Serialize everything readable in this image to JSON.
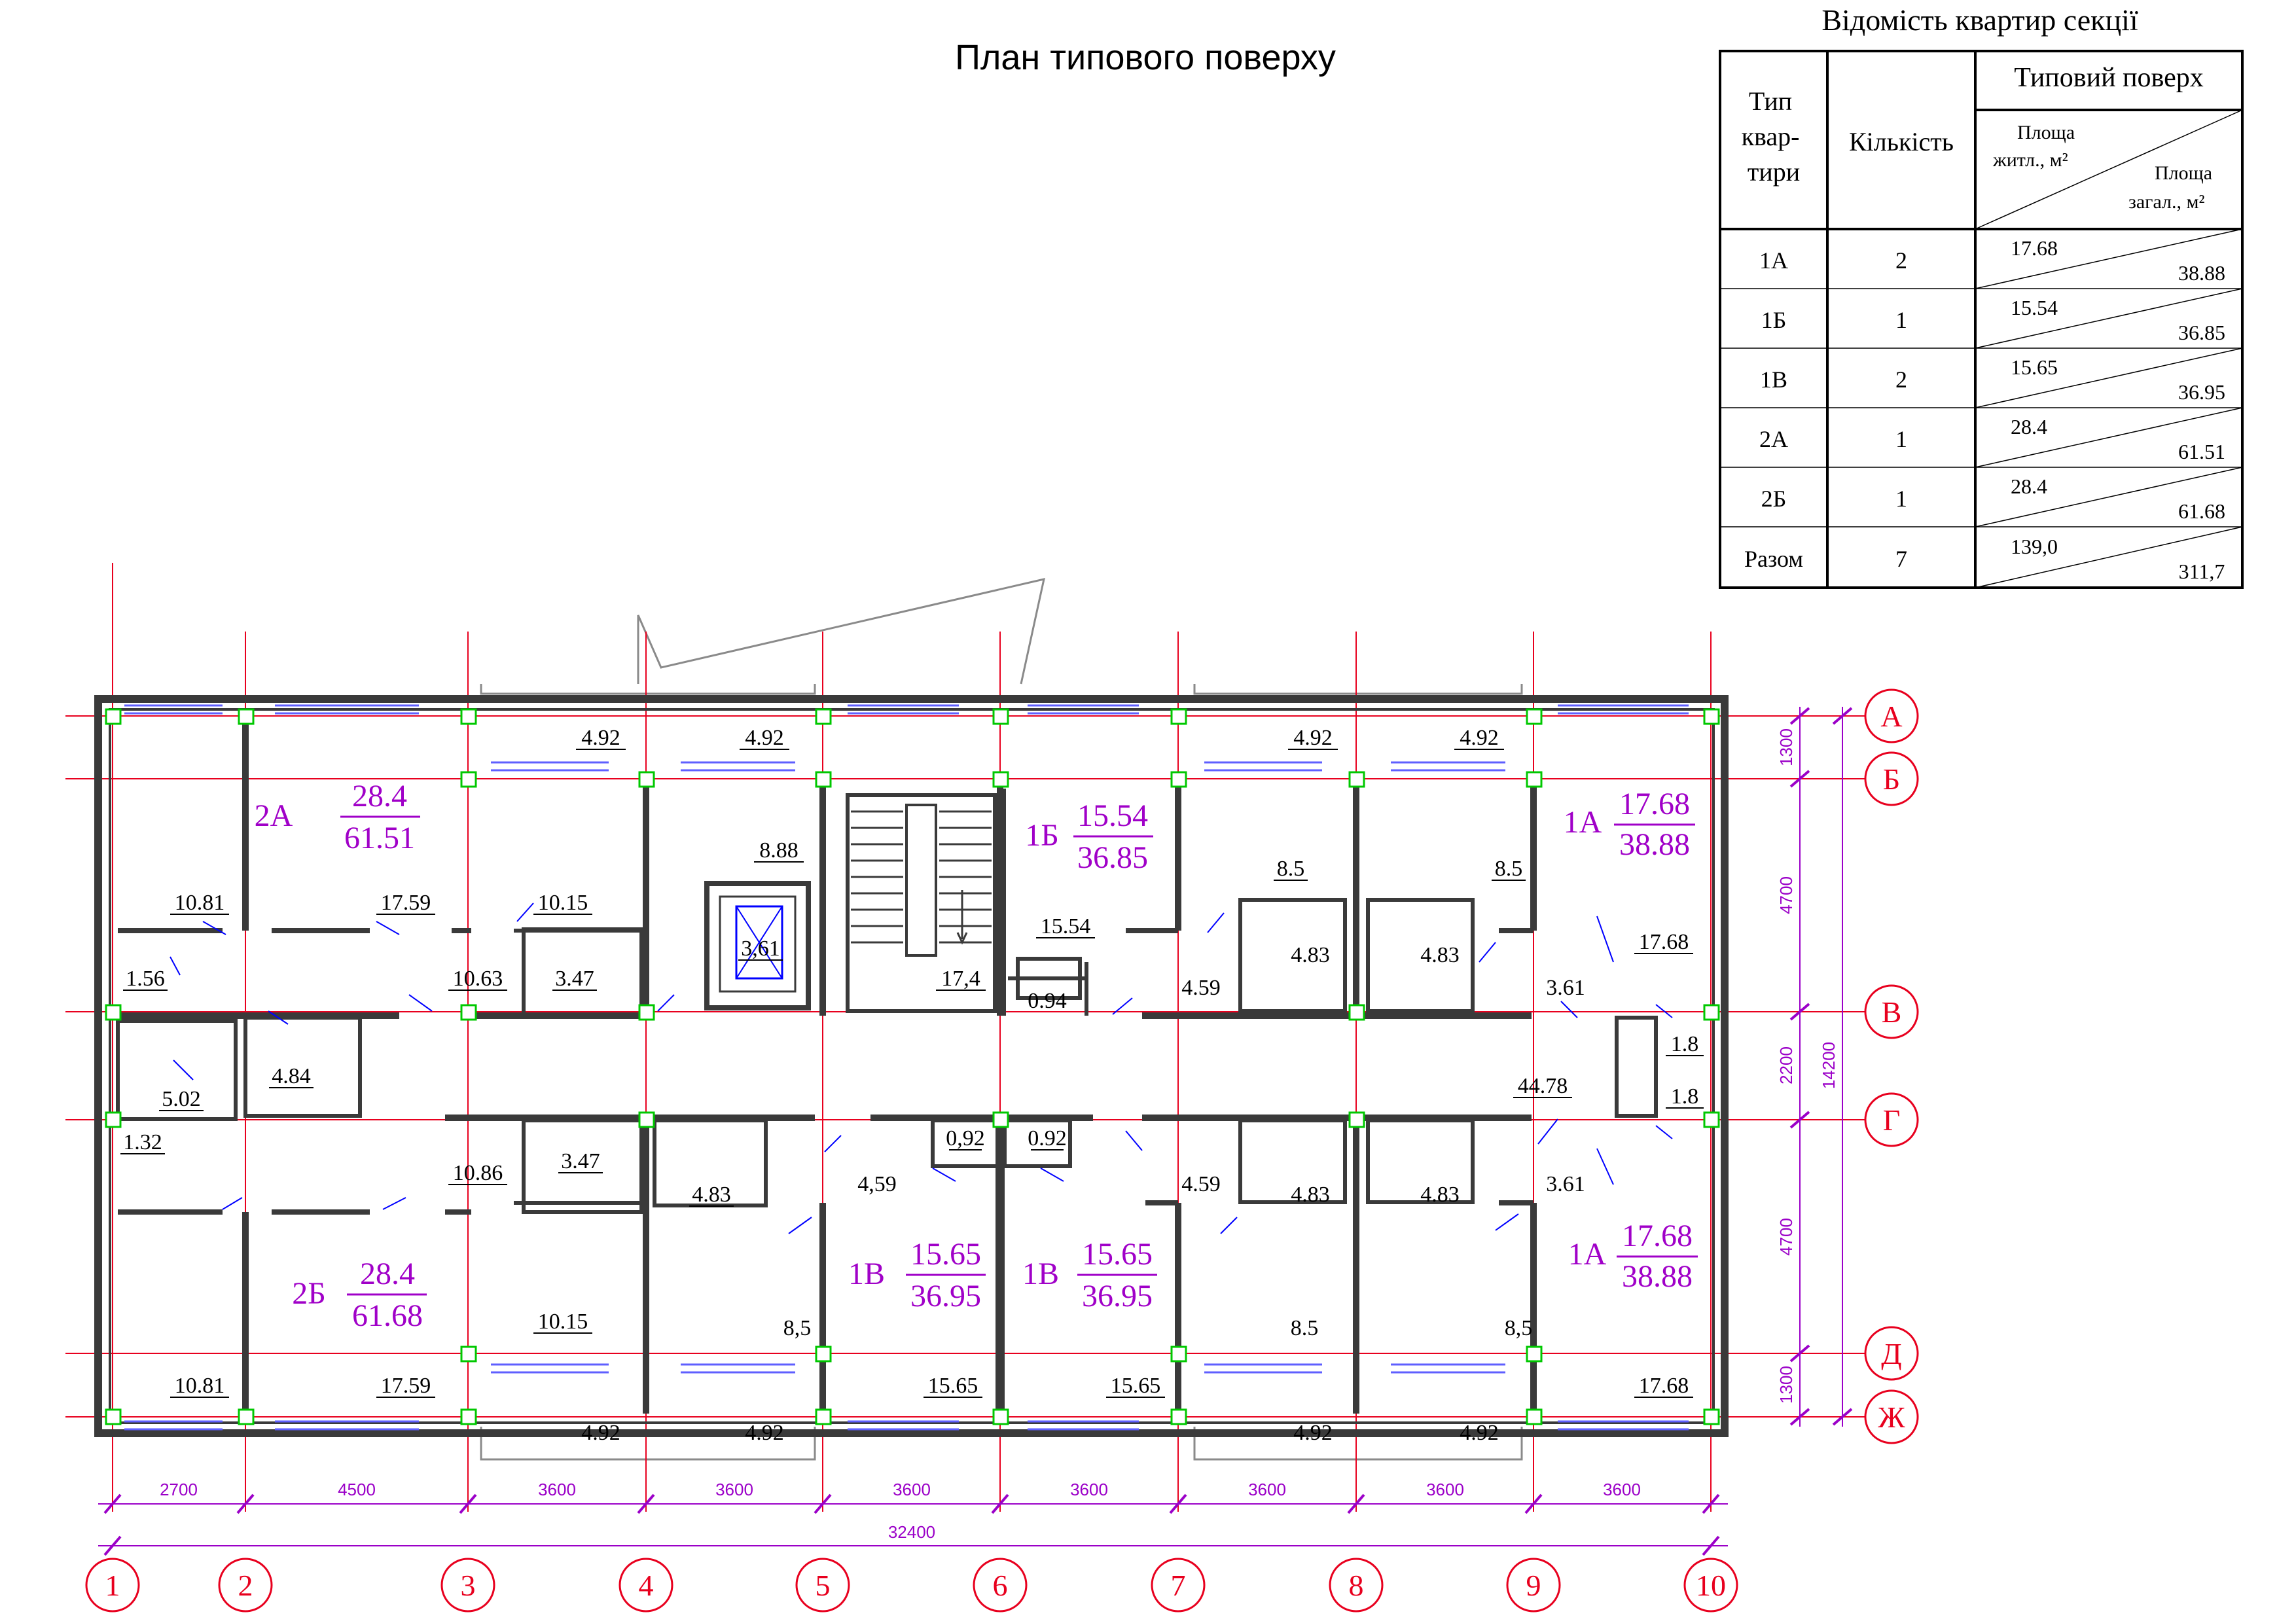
{
  "title": "План типового поверху",
  "table": {
    "title": "Відомість квартир секції",
    "headers": {
      "type": [
        "Тип",
        "квар-",
        "тири"
      ],
      "count": "Кількість",
      "floor": "Типовий поверх",
      "living": [
        "Площа",
        "житл., м²"
      ],
      "total": [
        "Площа",
        "загал., м²"
      ]
    },
    "rows": [
      {
        "type": "1А",
        "count": "2",
        "living": "17.68",
        "total": "38.88"
      },
      {
        "type": "1Б",
        "count": "1",
        "living": "15.54",
        "total": "36.85"
      },
      {
        "type": "1В",
        "count": "2",
        "living": "15.65",
        "total": "36.95"
      },
      {
        "type": "2А",
        "count": "1",
        "living": "28.4",
        "total": "61.51"
      },
      {
        "type": "2Б",
        "count": "1",
        "living": "28.4",
        "total": "61.68"
      },
      {
        "type": "Разом",
        "count": "7",
        "living": "139,0",
        "total": "311,7"
      }
    ]
  },
  "axes": {
    "columns": [
      "1",
      "2",
      "3",
      "4",
      "5",
      "6",
      "7",
      "8",
      "9",
      "10"
    ],
    "rows": [
      "А",
      "Б",
      "В",
      "Г",
      "Д",
      "Ж"
    ]
  },
  "dimensions": {
    "bottom": [
      "2700",
      "4500",
      "3600",
      "3600",
      "3600",
      "3600",
      "3600",
      "3600",
      "3600"
    ],
    "bottom_total": "32400",
    "right": [
      "1300",
      "4700",
      "2200",
      "4700",
      "1300"
    ],
    "right_total": "14200"
  },
  "apartments": [
    {
      "type": "2А",
      "living": "28.4",
      "total": "61.51"
    },
    {
      "type": "1Б",
      "living": "15.54",
      "total": "36.85"
    },
    {
      "type": "1А",
      "living": "17.68",
      "total": "38.88"
    },
    {
      "type": "2Б",
      "living": "28.4",
      "total": "61.68"
    },
    {
      "type": "1В",
      "living": "15.65",
      "total": "36.95"
    },
    {
      "type": "1В",
      "living": "15.65",
      "total": "36.95"
    },
    {
      "type": "1А",
      "living": "17.68",
      "total": "38.88"
    }
  ],
  "room_areas": [
    "4.92",
    "4.92",
    "4.92",
    "4.92",
    "8.88",
    "3,61",
    "17,4",
    "0.94",
    "10.81",
    "17.59",
    "10.15",
    "10.63",
    "3.47",
    "15.54",
    "8.5",
    "8.5",
    "4.83",
    "4.83",
    "4.59",
    "17.68",
    "3.61",
    "1.8",
    "1.8",
    "44.78",
    "1.56",
    "4.84",
    "5.02",
    "1.32",
    "10.86",
    "3.47",
    "4.83",
    "4,59",
    "0,92",
    "0.92",
    "4.59",
    "4.83",
    "4.83",
    "3.61",
    "10.15",
    "8,5",
    "8.5",
    "8,5",
    "10.81",
    "17.59",
    "15.65",
    "15.65",
    "17.68",
    "4.92",
    "4.92",
    "4.92",
    "4.92"
  ],
  "colors": {
    "axis": "#e8001e",
    "wall": "#3a3a3a",
    "apartment_label": "#a000c8",
    "dimension": "#9b00c8",
    "leader": "#0000ff",
    "column": "#00c800",
    "window": "#5f5fff",
    "text": "#000000"
  }
}
